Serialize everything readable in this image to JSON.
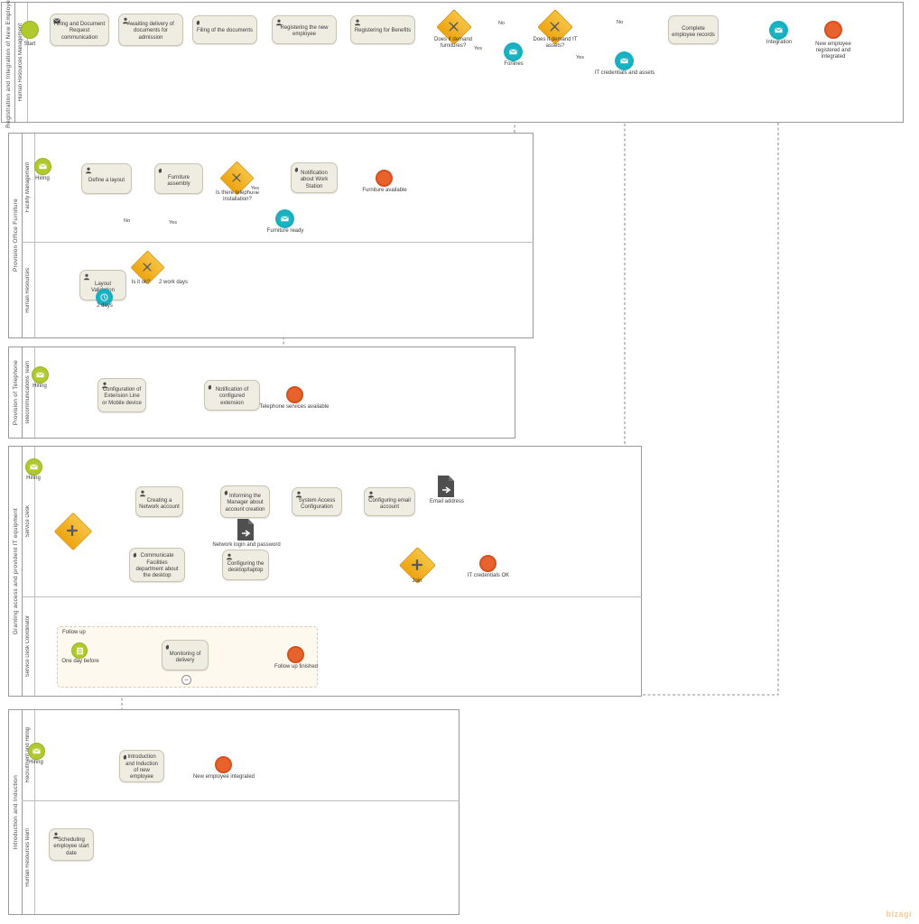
{
  "diagram": {
    "type": "bpmn-collaboration",
    "title": "Registration and Integration of New Employee",
    "watermark": "bizagi",
    "colors": {
      "start_event": "#b0c92c",
      "end_event": "#e8622d",
      "intermediate_event": "#19b3c4",
      "gateway": "#eda40f",
      "task_fill": "#efece1",
      "task_stroke": "#c9c4b0",
      "data_object": "#4f4f4f",
      "pool_stroke": "#9a9a9a",
      "subprocess_fill": "#fdf9ee"
    }
  },
  "pools": [
    {
      "id": "pool-registration",
      "name": "Registration and Integration of New Employee",
      "lanes": [
        {
          "id": "lane-hrm",
          "name": "Human Resources Management"
        }
      ],
      "nodes": [
        {
          "id": "start",
          "kind": "start-event",
          "label": "Start"
        },
        {
          "id": "t-hiring-doc",
          "kind": "task",
          "marker": "send-task",
          "label": "Hiring and Document Request communication"
        },
        {
          "id": "t-awaiting",
          "kind": "task",
          "marker": "user-task",
          "label": "Awaiting delivery of documents for admission"
        },
        {
          "id": "t-filing",
          "kind": "task",
          "marker": "manual-task",
          "label": "Filing of the documents"
        },
        {
          "id": "t-register-emp",
          "kind": "task",
          "marker": "user-task",
          "label": "Registering the new employee"
        },
        {
          "id": "t-register-ben",
          "kind": "task",
          "marker": "user-task",
          "label": "Registering for Benefits"
        },
        {
          "id": "gw-furniture",
          "kind": "exclusive-gateway",
          "label": "Does it demand furnitures?"
        },
        {
          "id": "ev-forlines",
          "kind": "intermediate-message-throw",
          "label": "Forlines"
        },
        {
          "id": "gw-itassets",
          "kind": "exclusive-gateway",
          "label": "Does it demand IT assets?"
        },
        {
          "id": "ev-itcred",
          "kind": "intermediate-message-throw",
          "label": "IT credentials and assets"
        },
        {
          "id": "t-complete",
          "kind": "task",
          "marker": "none",
          "label": "Complete employee records"
        },
        {
          "id": "ev-integration",
          "kind": "intermediate-message-throw",
          "label": "Integration"
        },
        {
          "id": "end-registered",
          "kind": "end-event",
          "label": "New employee registered and integrated"
        }
      ],
      "flow_labels": [
        "No",
        "Yes",
        "No",
        "Yes"
      ]
    },
    {
      "id": "pool-furniture",
      "name": "Provision Office Furniture",
      "lanes": [
        {
          "id": "lane-facility",
          "name": "Facility Management"
        },
        {
          "id": "lane-hr",
          "name": "Human Resources"
        }
      ],
      "nodes": [
        {
          "id": "f-start",
          "kind": "start-message-event",
          "label": "Hiring"
        },
        {
          "id": "f-define-layout",
          "kind": "task",
          "marker": "user-task",
          "label": "Define a layout"
        },
        {
          "id": "f-assembly",
          "kind": "task",
          "marker": "manual-task",
          "label": "Furniture assembly"
        },
        {
          "id": "f-gw-phone",
          "kind": "exclusive-gateway",
          "label": "Is there telephone installation?"
        },
        {
          "id": "f-notif-work",
          "kind": "task",
          "marker": "manual-task",
          "label": "Notification about Work Station"
        },
        {
          "id": "f-end",
          "kind": "end-event",
          "label": "Furniture available"
        },
        {
          "id": "f-ready",
          "kind": "intermediate-message-throw",
          "label": "Furniture ready"
        },
        {
          "id": "f-validation",
          "kind": "task",
          "marker": "user-task",
          "label": "Layout Validation"
        },
        {
          "id": "f-timer",
          "kind": "boundary-timer",
          "label": "2 days"
        },
        {
          "id": "f-gw-ok",
          "kind": "exclusive-gateway",
          "label": "Is it ok?"
        },
        {
          "id": "f-gw-ok-extra",
          "kind": "annotation",
          "label": "2 work days"
        }
      ],
      "flow_labels": [
        "No",
        "Yes",
        "Yes"
      ]
    },
    {
      "id": "pool-telephone",
      "name": "Provision of Telephone",
      "lanes": [
        {
          "id": "lane-telecom",
          "name": "Telecommunications Team"
        }
      ],
      "nodes": [
        {
          "id": "p-start",
          "kind": "start-message-event",
          "label": "Hiring"
        },
        {
          "id": "p-config",
          "kind": "task",
          "marker": "user-task",
          "label": "Configuration of Extension Line or Mobile device"
        },
        {
          "id": "p-notif",
          "kind": "task",
          "marker": "manual-task",
          "label": "Notification of configured extension"
        },
        {
          "id": "p-end",
          "kind": "end-event",
          "label": "Telephone services available"
        }
      ]
    },
    {
      "id": "pool-it",
      "name": "Granting access and provident IT equipment",
      "lanes": [
        {
          "id": "lane-servicedesk",
          "name": "Service Desk"
        },
        {
          "id": "lane-sdcoord",
          "name": "Service Desk Coordinator"
        }
      ],
      "nodes": [
        {
          "id": "it-start",
          "kind": "start-message-event",
          "label": "Hiring"
        },
        {
          "id": "it-split",
          "kind": "parallel-gateway",
          "label": ""
        },
        {
          "id": "it-network",
          "kind": "task",
          "marker": "user-task",
          "label": "Creating a Network account"
        },
        {
          "id": "it-inform",
          "kind": "task",
          "marker": "manual-task",
          "label": "Informing the Manager about account creation"
        },
        {
          "id": "it-sysaccess",
          "kind": "task",
          "marker": "user-task",
          "label": "System Access Configuration"
        },
        {
          "id": "it-email",
          "kind": "task",
          "marker": "user-task",
          "label": "Configuring email account"
        },
        {
          "id": "do-emailaddr",
          "kind": "data-object",
          "label": "Email address"
        },
        {
          "id": "do-netlogin",
          "kind": "data-object",
          "label": "Network login and password"
        },
        {
          "id": "it-commfac",
          "kind": "task",
          "marker": "manual-task",
          "label": "Communicate Facilities department about the desktop"
        },
        {
          "id": "it-configdesk",
          "kind": "task",
          "marker": "user-task",
          "label": "Configuring the desktop/laptop"
        },
        {
          "id": "it-join",
          "kind": "parallel-gateway",
          "label": "Join"
        },
        {
          "id": "it-end",
          "kind": "end-event",
          "label": "IT credentials OK"
        }
      ],
      "subprocess": {
        "id": "sp-followup",
        "title": "Follow up",
        "nodes": [
          {
            "id": "sp-start",
            "kind": "start-rule-event",
            "label": "One day before"
          },
          {
            "id": "sp-monitor",
            "kind": "task",
            "marker": "manual-task",
            "label": "Monitoring of delivery"
          },
          {
            "id": "sp-end",
            "kind": "end-event",
            "label": "Follow up finished"
          }
        ]
      }
    },
    {
      "id": "pool-induction",
      "name": "Introduction and Induction",
      "lanes": [
        {
          "id": "lane-recruit",
          "name": "Recruitment and Hiring"
        },
        {
          "id": "lane-hrteam",
          "name": "Human Resources team"
        }
      ],
      "nodes": [
        {
          "id": "in-start",
          "kind": "start-message-event",
          "label": "Hiring"
        },
        {
          "id": "in-intro",
          "kind": "task",
          "marker": "manual-task",
          "label": "Introduction and Induction of new employee"
        },
        {
          "id": "in-end",
          "kind": "end-event",
          "label": "New employee integrated"
        },
        {
          "id": "in-schedule",
          "kind": "task",
          "marker": "user-task",
          "label": "Scheduling employee start date"
        }
      ]
    }
  ]
}
